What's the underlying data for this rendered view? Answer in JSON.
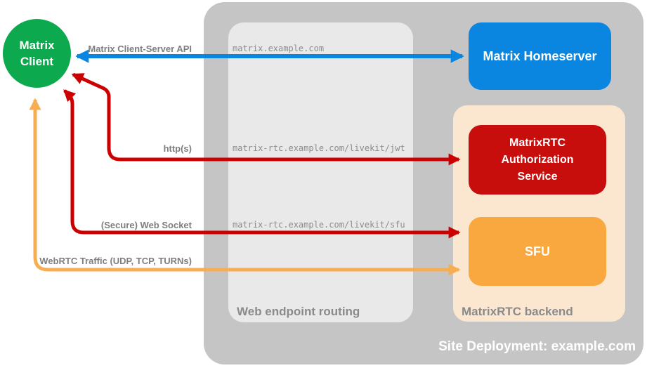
{
  "client": {
    "line1": "Matrix",
    "line2": "Client"
  },
  "homeserver": {
    "label": "Matrix Homeserver"
  },
  "auth_service": {
    "label": "MatrixRTC Authorization Service"
  },
  "sfu": {
    "label": "SFU"
  },
  "routing_box": {
    "label": "Web endpoint routing"
  },
  "backend_box": {
    "label": "MatrixRTC backend"
  },
  "site": {
    "label": "Site Deployment: example.com"
  },
  "arrows": {
    "cs_api": {
      "label": "Matrix Client-Server API",
      "endpoint": "matrix.example.com",
      "color": "#0a86e0",
      "from": "Matrix Client",
      "to": "Matrix Homeserver",
      "bidirectional": true
    },
    "http": {
      "label": "http(s)",
      "endpoint": "matrix-rtc.example.com/livekit/jwt",
      "color": "#cc0000",
      "from": "Matrix Client",
      "to": "MatrixRTC Authorization Service",
      "bidirectional": true
    },
    "websocket": {
      "label": "(Secure) Web Socket",
      "endpoint": "matrix-rtc.example.com/livekit/sfu",
      "color": "#cc0000",
      "from": "Matrix Client",
      "to": "SFU",
      "bidirectional": true
    },
    "webrtc": {
      "label": "WebRTC Traffic (UDP, TCP, TURNs)",
      "endpoint": "",
      "color": "#f7ae53",
      "from": "Matrix Client",
      "to": "SFU",
      "bidirectional": true
    }
  },
  "colors": {
    "client_green": "#0ca94e",
    "homeserver_blue": "#0a86e0",
    "auth_red": "#c80d0d",
    "sfu_orange": "#f9a83f",
    "backend_peach": "#fbe7d0",
    "outer_gray": "#c5c5c5",
    "routing_gray": "#e9e9e9",
    "label_gray": "#7e7e7e"
  }
}
